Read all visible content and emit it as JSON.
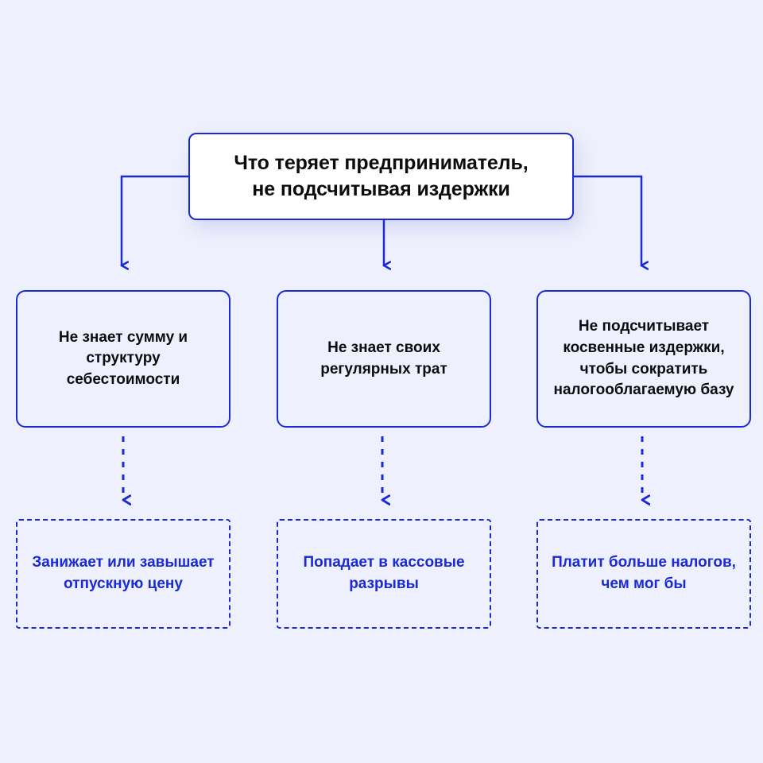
{
  "background_color": "#eef0fd",
  "accent_color": "#1a2ad4",
  "text_color": "#0c0c10",
  "diagram": {
    "type": "flowchart",
    "title_box": {
      "line1": "Что теряет предприниматель,",
      "line2": "не подсчитывая издержки",
      "full_text": "Что теряет предприниматель, не подсчитывая издержки",
      "style": "solid-white-shadow"
    },
    "causes": [
      {
        "id": "cause-1",
        "text": "Не знает сумму и структуру себестоимости",
        "style": "solid-border"
      },
      {
        "id": "cause-2",
        "text": "Не знает своих регулярных трат",
        "style": "solid-border"
      },
      {
        "id": "cause-3",
        "text": "Не подсчитывает косвенные издержки, чтобы сократить налогооблагаемую базу",
        "style": "solid-border"
      }
    ],
    "consequences": [
      {
        "id": "consequence-1",
        "text": "Занижает или завышает отпускную цену",
        "style": "dashed-border"
      },
      {
        "id": "consequence-2",
        "text": "Попадает в кассовые разрывы",
        "style": "dashed-border"
      },
      {
        "id": "consequence-3",
        "text": "Платит больше налогов, чем мог бы",
        "style": "dashed-border"
      }
    ],
    "connectors": {
      "title_to_causes": "solid-elbow-arrows",
      "causes_to_consequences": "dashed-straight-arrows"
    }
  }
}
